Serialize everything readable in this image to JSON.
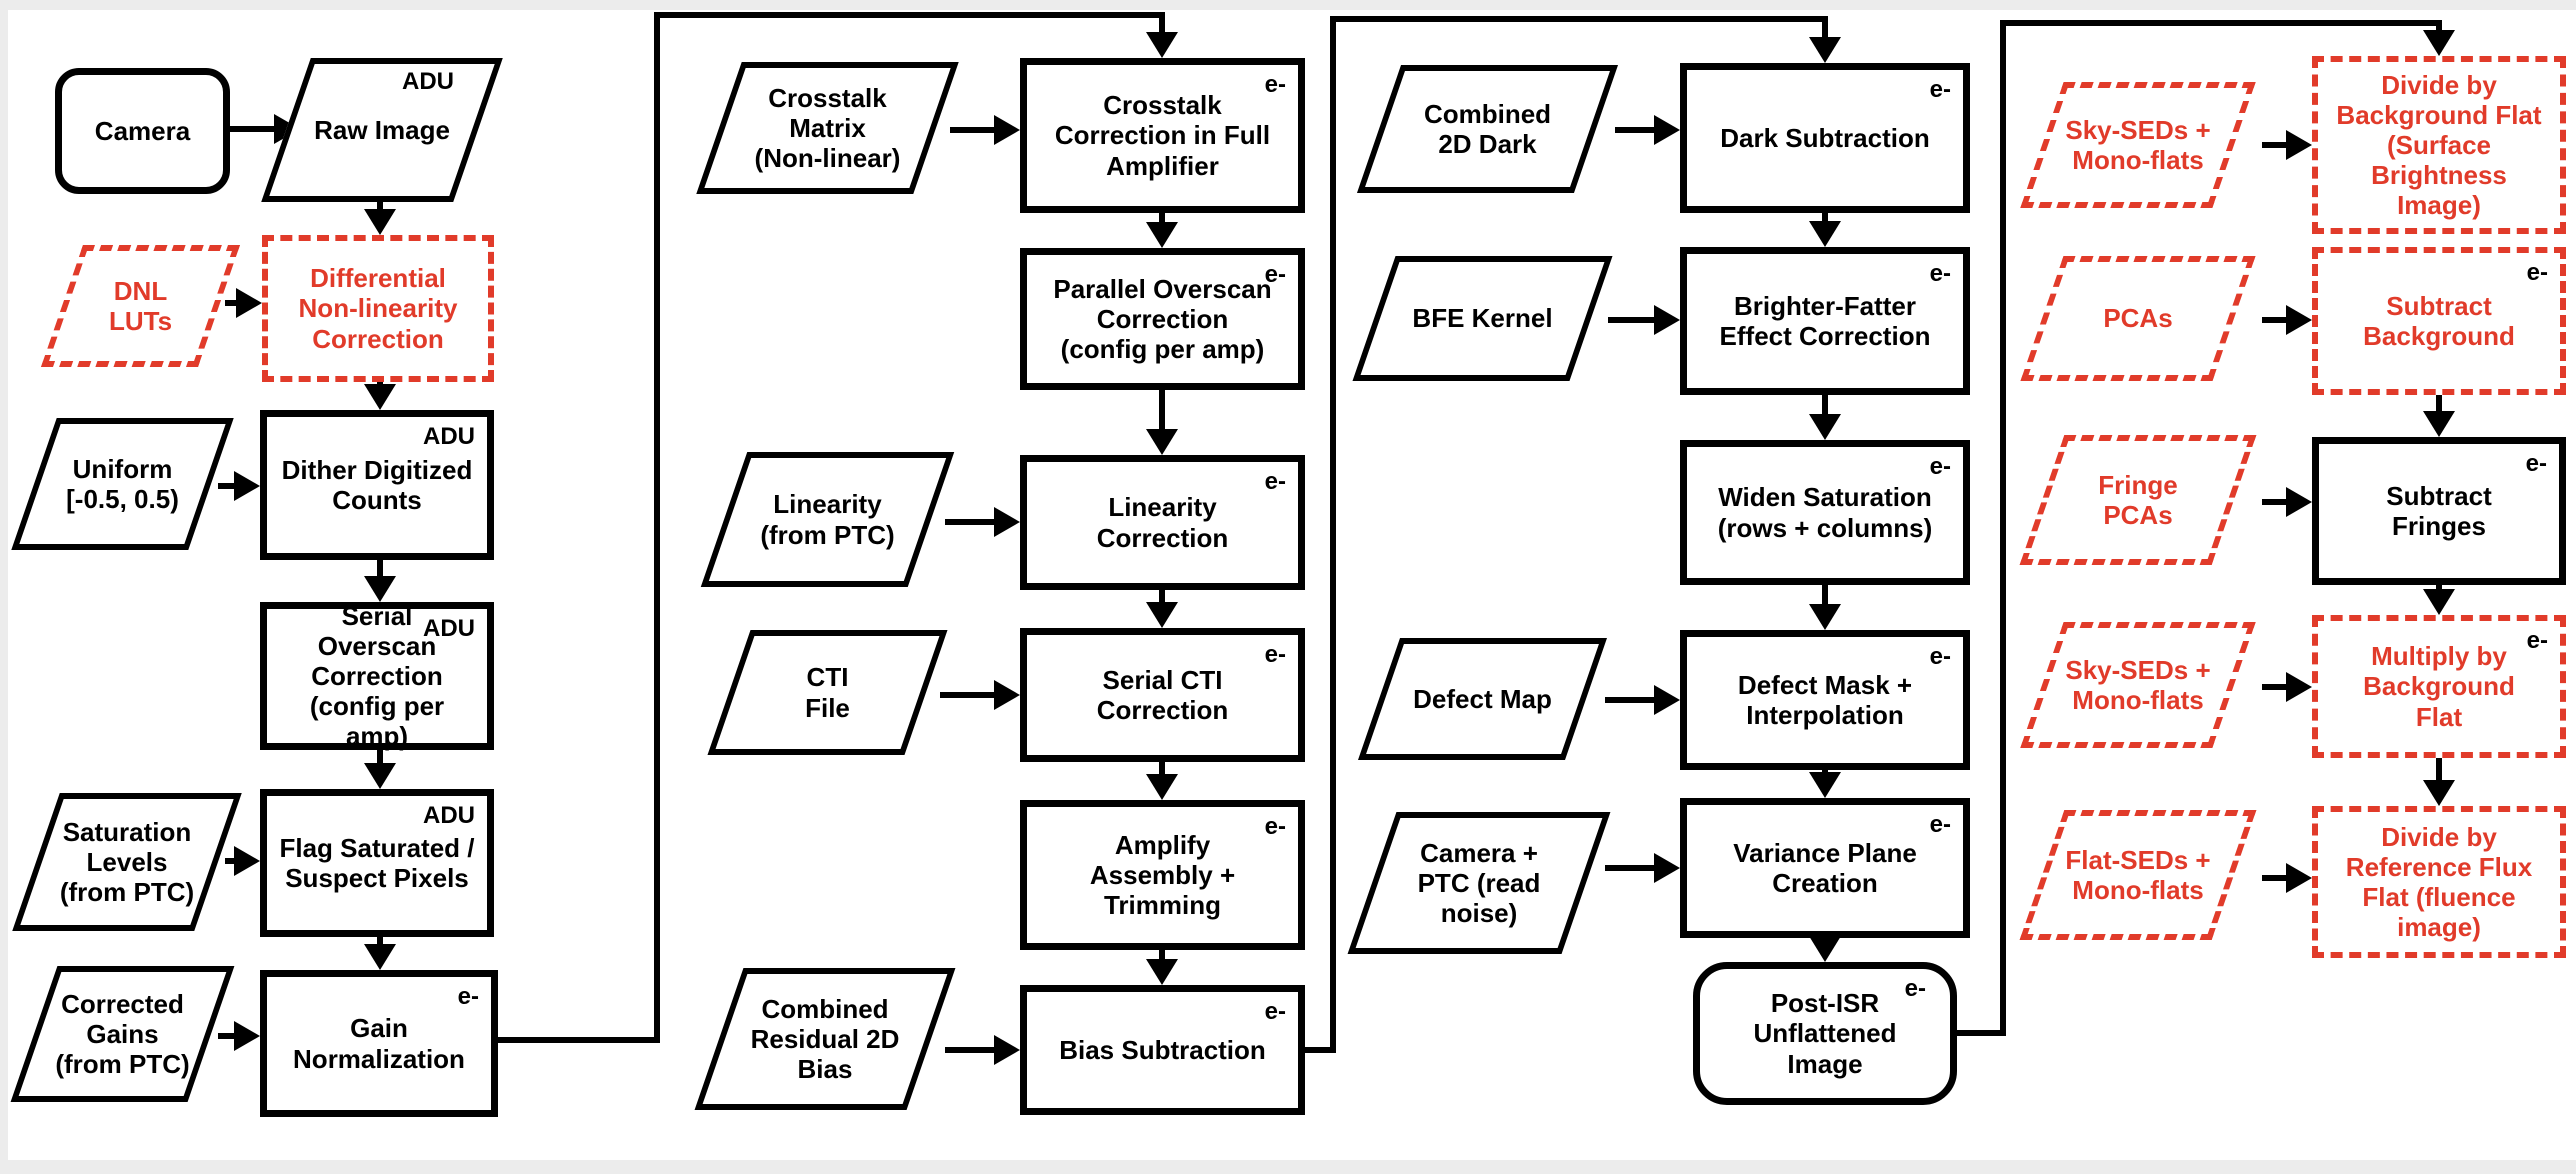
{
  "palette": {
    "red": "#e13b2a",
    "black": "#000000",
    "background": "#ffffff",
    "page_edge": "#ececec"
  },
  "nodes": {
    "camera": {
      "label": "Camera"
    },
    "raw_image": {
      "label": "Raw Image",
      "unit": "ADU"
    },
    "dnl_luts": {
      "label": "DNL\nLUTs"
    },
    "diff_nl": {
      "label": "Differential\nNon-linearity\nCorrection"
    },
    "uniform": {
      "label": "Uniform\n[-0.5, 0.5)"
    },
    "dither": {
      "label": "Dither Digitized\nCounts",
      "unit": "ADU"
    },
    "serial_overscan": {
      "label": "Serial Overscan\nCorrection\n(config per amp)",
      "unit": "ADU"
    },
    "saturation_levels": {
      "label": "Saturation\nLevels\n(from PTC)"
    },
    "flag_saturated": {
      "label": "Flag Saturated /\nSuspect Pixels",
      "unit": "ADU"
    },
    "corrected_gains": {
      "label": "Corrected\nGains\n(from PTC)"
    },
    "gain_norm": {
      "label": "Gain\nNormalization",
      "unit": "e-"
    },
    "crosstalk_matrix": {
      "label": "Crosstalk\nMatrix\n(Non-linear)"
    },
    "crosstalk_corr": {
      "label": "Crosstalk\nCorrection in Full\nAmplifier",
      "unit": "e-"
    },
    "parallel_overscan": {
      "label": "Parallel Overscan\nCorrection\n(config per amp)",
      "unit": "e-"
    },
    "linearity_input": {
      "label": "Linearity\n(from PTC)"
    },
    "linearity_corr": {
      "label": "Linearity\nCorrection",
      "unit": "e-"
    },
    "cti_file": {
      "label": "CTI\nFile"
    },
    "serial_cti": {
      "label": "Serial CTI\nCorrection",
      "unit": "e-"
    },
    "amplify_assembly": {
      "label": "Amplify\nAssembly +\nTrimming",
      "unit": "e-"
    },
    "combined_residual": {
      "label": "Combined\nResidual 2D\nBias"
    },
    "bias_subtraction": {
      "label": "Bias Subtraction",
      "unit": "e-"
    },
    "combined_2d_dark": {
      "label": "Combined\n2D Dark"
    },
    "dark_subtraction": {
      "label": "Dark Subtraction",
      "unit": "e-"
    },
    "bfe_kernel": {
      "label": "BFE Kernel"
    },
    "brighter_fatter": {
      "label": "Brighter-Fatter\nEffect Correction",
      "unit": "e-"
    },
    "widen_saturation": {
      "label": "Widen Saturation\n(rows + columns)",
      "unit": "e-"
    },
    "defect_map": {
      "label": "Defect Map"
    },
    "defect_mask": {
      "label": "Defect Mask +\nInterpolation",
      "unit": "e-"
    },
    "camera_ptc": {
      "label": "Camera +\nPTC (read\nnoise)"
    },
    "variance_plane": {
      "label": "Variance Plane\nCreation",
      "unit": "e-"
    },
    "post_isr": {
      "label": "Post-ISR\nUnflattened\nImage",
      "unit": "e-"
    },
    "sky_seds_1": {
      "label": "Sky-SEDs +\nMono-flats"
    },
    "divide_bg_flat": {
      "label": "Divide by\nBackground Flat\n(Surface\nBrightness\nImage)"
    },
    "pcas": {
      "label": "PCAs"
    },
    "subtract_background": {
      "label": "Subtract\nBackground",
      "unit": "e-"
    },
    "fringe_pcas": {
      "label": "Fringe\nPCAs"
    },
    "subtract_fringes": {
      "label": "Subtract\nFringes",
      "unit": "e-"
    },
    "sky_seds_2": {
      "label": "Sky-SEDs +\nMono-flats"
    },
    "multiply_bg_flat": {
      "label": "Multiply by\nBackground\nFlat",
      "unit": "e-"
    },
    "flat_seds": {
      "label": "Flat-SEDs +\nMono-flats"
    },
    "divide_ref_flux": {
      "label": "Divide by\nReference Flux\nFlat (fluence\nimage)"
    }
  }
}
